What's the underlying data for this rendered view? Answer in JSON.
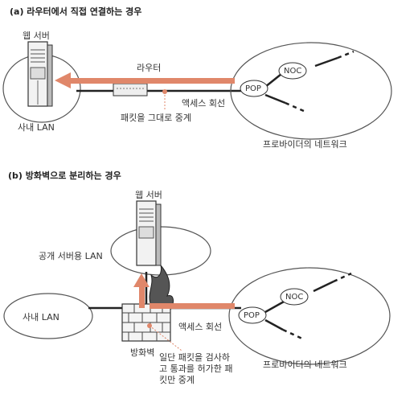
{
  "panel_a": {
    "heading": "(a) 라우터에서 직접 연결하는 경우",
    "web_server_label": "웹 서버",
    "lan_label": "사내 LAN",
    "router_label": "라우터",
    "relay_note": "패킷을 그대로 중계",
    "access_line_label": "액세스 회선",
    "pop_label": "POP",
    "noc_label": "NOC",
    "provider_label": "프로바이더의 네트워크"
  },
  "panel_b": {
    "heading": "(b) 방화벽으로 분리하는 경우",
    "web_server_label": "웹 서버",
    "public_lan_label": "공개 서버용 LAN",
    "lan_label": "사내 LAN",
    "firewall_label": "방화벽",
    "access_line_label": "액세스 회선",
    "pop_label": "POP",
    "noc_label": "NOC",
    "provider_label": "프로바이더의 네트워크",
    "inspect_note": "일단 패킷을 검사하고 통과를 허가한 패킷만 중계"
  },
  "colors": {
    "arrow": "#e0876a",
    "line": "#222222",
    "ellipse": "#555555"
  }
}
